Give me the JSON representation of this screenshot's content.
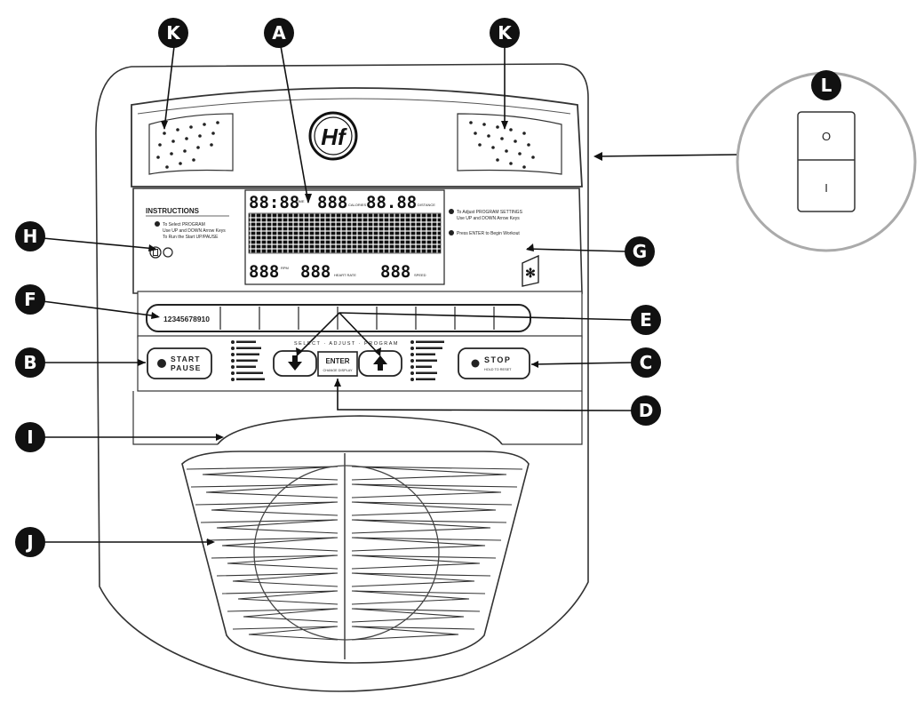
{
  "markers": {
    "a": "A",
    "b": "B",
    "c": "C",
    "d": "D",
    "e": "E",
    "f": "F",
    "g": "G",
    "h": "H",
    "i": "I",
    "j": "J",
    "k": "K",
    "l": "L"
  },
  "logo": "Hf",
  "instructions": {
    "title": "INSTRUCTIONS",
    "step1": "To Select PROGRAM",
    "step1b": "Use UP and DOWN Arrow Keys",
    "step1c": "To Run the Start UP/PAUSE"
  },
  "right_instructions": {
    "line1": "To Adjust PROGRAM SETTINGS",
    "line2": "Use UP and DOWN Arrow Keys",
    "line3": "Press ENTER to Begin Workout"
  },
  "lcd": {
    "time": "88:88",
    "time_unit": "TIME",
    "calories": "888",
    "calories_unit": "CALORIES",
    "distance": "88.88",
    "distance_unit": "DISTANCE",
    "rpm": "888",
    "rpm_unit": "RPM",
    "heart": "888",
    "heart_unit": "HEART RATE",
    "speed": "888",
    "speed_unit": "SPEED"
  },
  "strip": {
    "numbers": "12345678910"
  },
  "buttons": {
    "select_label": "SELECT · ADJUST · PROGRAM",
    "start": "START",
    "pause": "PAUSE",
    "stop": "STOP",
    "stop_sub": "HOLD TO RESET",
    "enter": "ENTER",
    "enter_sub": "CHANGE DISPLAY"
  },
  "power_switch": {
    "off": "O",
    "on": "I"
  }
}
